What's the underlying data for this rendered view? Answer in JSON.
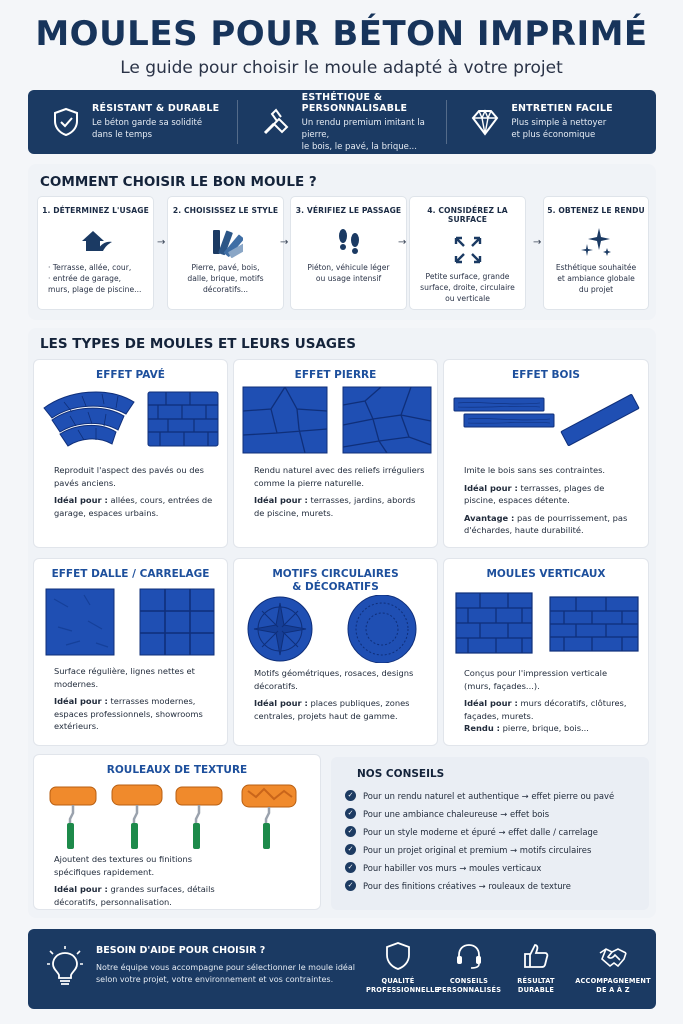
{
  "header": {
    "title": "MOULES POUR BÉTON IMPRIMÉ",
    "subtitle": "Le guide pour choisir le moule adapté à votre projet"
  },
  "features": [
    {
      "icon": "shield-check-icon",
      "title": "RÉSISTANT & DURABLE",
      "line1": "Le béton garde sa solidité",
      "line2": "dans le temps"
    },
    {
      "icon": "trowel-icon",
      "title": "ESTHÉTIQUE & PERSONNALISABLE",
      "line1": "Un rendu premium imitant la pierre,",
      "line2": "le bois, le pavé, la brique..."
    },
    {
      "icon": "diamond-icon",
      "title": "ENTRETIEN FACILE",
      "line1": "Plus simple à nettoyer",
      "line2": "et plus économique"
    }
  ],
  "how_to": {
    "title": "COMMENT CHOISIR LE BON MOULE ?",
    "steps": [
      {
        "icon": "house-icon",
        "title": "1. DÉTERMINEZ L'USAGE",
        "lines": [
          "· Terrasse, allée, cour,",
          "· entrée de garage,",
          "murs, plage de piscine..."
        ]
      },
      {
        "icon": "color-swatch-icon",
        "title": "2. CHOISISSEZ LE STYLE",
        "lines": [
          "Pierre, pavé, bois,",
          "dalle, brique, motifs",
          "décoratifs..."
        ]
      },
      {
        "icon": "footprints-icon",
        "title": "3. VÉRIFIEZ LE PASSAGE",
        "lines": [
          "Piéton, véhicule léger",
          "ou usage intensif"
        ]
      },
      {
        "icon": "expand-arrows-icon",
        "title": "4. CONSIDÉREZ LA SURFACE",
        "lines": [
          "Petite surface, grande",
          "surface, droite, circulaire",
          "ou verticale"
        ]
      },
      {
        "icon": "sparkles-icon",
        "title": "5. OBTENEZ LE RENDU",
        "lines": [
          "Esthétique souhaitée",
          "et ambiance globale",
          "du projet"
        ]
      }
    ]
  },
  "types": {
    "title": "LES TYPES DE MOULES ET LEURS USAGES",
    "cards": [
      {
        "title": "EFFET PAVÉ",
        "desc": "Reproduit l'aspect des pavés ou des pavés anciens.",
        "k": "Idéal pour :",
        "v": " allées, cours, entrées de garage, espaces urbains."
      },
      {
        "title": "EFFET PIERRE",
        "desc": "Rendu naturel avec des reliefs irréguliers comme la pierre naturelle.",
        "k": "Idéal pour :",
        "v": " terrasses, jardins, abords de piscine, murets."
      },
      {
        "title": "EFFET BOIS",
        "desc": "Imite le bois sans ses contraintes.",
        "k": "Idéal pour :",
        "v": " terrasses, plages de piscine, espaces détente.",
        "k2": "Avantage :",
        "v2": " pas de pourrissement, pas d'échardes, haute durabilité."
      },
      {
        "title": "EFFET DALLE / CARRELAGE",
        "desc": "Surface régulière, lignes nettes et modernes.",
        "k": "Idéal pour :",
        "v": " terrasses modernes, espaces professionnels, showrooms extérieurs."
      },
      {
        "title": "MOTIFS CIRCULAIRES",
        "title2": "& DÉCORATIFS",
        "desc": "Motifs géométriques, rosaces, designs décoratifs.",
        "k": "Idéal pour :",
        "v": " places publiques, zones centrales, projets haut de gamme."
      },
      {
        "title": "MOULES VERTICAUX",
        "desc": "Conçus pour l'impression verticale (murs, façades...).",
        "k": "Idéal pour :",
        "v": " murs décoratifs, clôtures, façades, murets.",
        "k2": "Rendu :",
        "v2": " pierre, brique, bois..."
      },
      {
        "title": "ROULEAUX DE TEXTURE",
        "desc": "Ajoutent des textures ou finitions spécifiques rapidement.",
        "k": "Idéal pour :",
        "v": " grandes surfaces, détails décoratifs, personnalisation."
      }
    ]
  },
  "conseils": {
    "title": "NOS CONSEILS",
    "tips": [
      {
        "a": "Pour un rendu naturel et authentique",
        "b": "effet pierre ou pavé"
      },
      {
        "a": "Pour une ambiance chaleureuse",
        "b": "effet bois"
      },
      {
        "a": "Pour un style moderne et épuré",
        "b": "effet dalle / carrelage"
      },
      {
        "a": "Pour un projet original et premium",
        "b": "motifs circulaires"
      },
      {
        "a": "Pour habiller vos murs",
        "b": "moules verticaux"
      },
      {
        "a": "Pour des finitions créatives",
        "b": "rouleaux de texture"
      }
    ]
  },
  "help": {
    "title": "BESOIN D'AIDE POUR CHOISIR ?",
    "desc": "Notre équipe vous accompagne pour sélectionner le moule idéal selon votre projet, votre environnement et vos contraintes.",
    "badges": [
      {
        "icon": "shield-icon",
        "l1": "QUALITÉ",
        "l2": "PROFESSIONNELLE"
      },
      {
        "icon": "headset-icon",
        "l1": "CONSEILS",
        "l2": "PERSONNALISÉS"
      },
      {
        "icon": "thumbs-up-icon",
        "l1": "RÉSULTAT",
        "l2": "DURABLE"
      },
      {
        "icon": "handshake-icon",
        "l1": "ACCOMPAGNEMENT",
        "l2": "DE A À Z"
      }
    ]
  },
  "colors": {
    "navy": "#1b3a63",
    "mold_blue": "#1f4fb3",
    "roller_orange": "#f08a2c",
    "handle_green": "#1d8a4a"
  }
}
